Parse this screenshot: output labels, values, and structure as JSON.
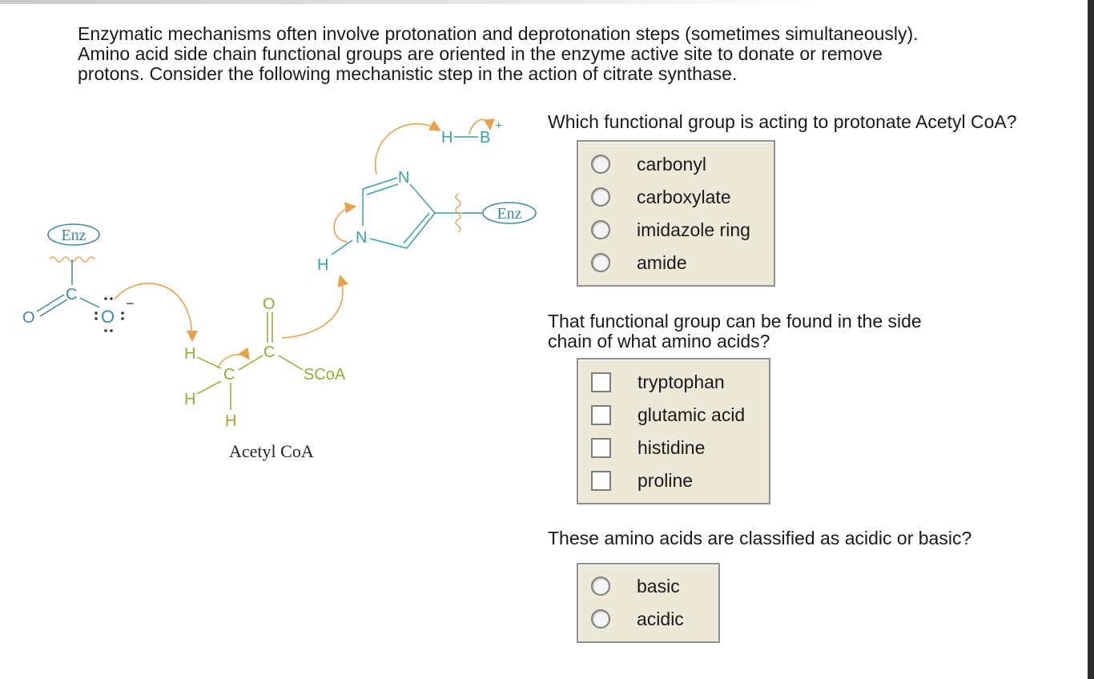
{
  "intro": {
    "lines": [
      "Enzymatic mechanisms often involve protonation and deprotonation steps (sometimes simultaneously).",
      "Amino acid side chain functional groups are oriented in the enzyme active site to donate or remove",
      "protons. Consider the following mechanistic step in the action of citrate synthase."
    ]
  },
  "scheme": {
    "enz_left": "Enz",
    "enz_right": "Enz",
    "atoms": {
      "c_carboxylate": "C",
      "o_double": "O",
      "o_anion": "O",
      "charge_minus": "−",
      "h_upper": "H",
      "h_lower": "H",
      "h_bottom": "H",
      "c_methyl": "C",
      "c_carbonyl": "C",
      "o_carbonyl": "O",
      "scoa": "SCoA",
      "h_imidazole": "H",
      "n_lower": "N",
      "n_upper": "N",
      "h_acid": "H",
      "b_acid": "B",
      "charge_plus": "+"
    },
    "caption": "Acetyl CoA",
    "colors": {
      "enzyme_blue": "#3f8aa0",
      "arrow_orange": "#e8a24b",
      "acetyl_green": "#8fae33",
      "imidazole_teal": "#3aa1a6"
    }
  },
  "questions": [
    {
      "lines": [
        "Which functional group is acting to protonate Acetyl CoA?"
      ],
      "input": "radio",
      "options": [
        "carbonyl",
        "carboxylate",
        "imidazole ring",
        "amide"
      ]
    },
    {
      "lines": [
        "That functional group can be found in the side",
        "chain of what amino acids?"
      ],
      "input": "checkbox",
      "options": [
        "tryptophan",
        "glutamic acid",
        "histidine",
        "proline"
      ]
    },
    {
      "lines": [
        "These amino acids are classified as acidic or basic?"
      ],
      "input": "radio",
      "options": [
        "basic",
        "acidic"
      ]
    }
  ]
}
